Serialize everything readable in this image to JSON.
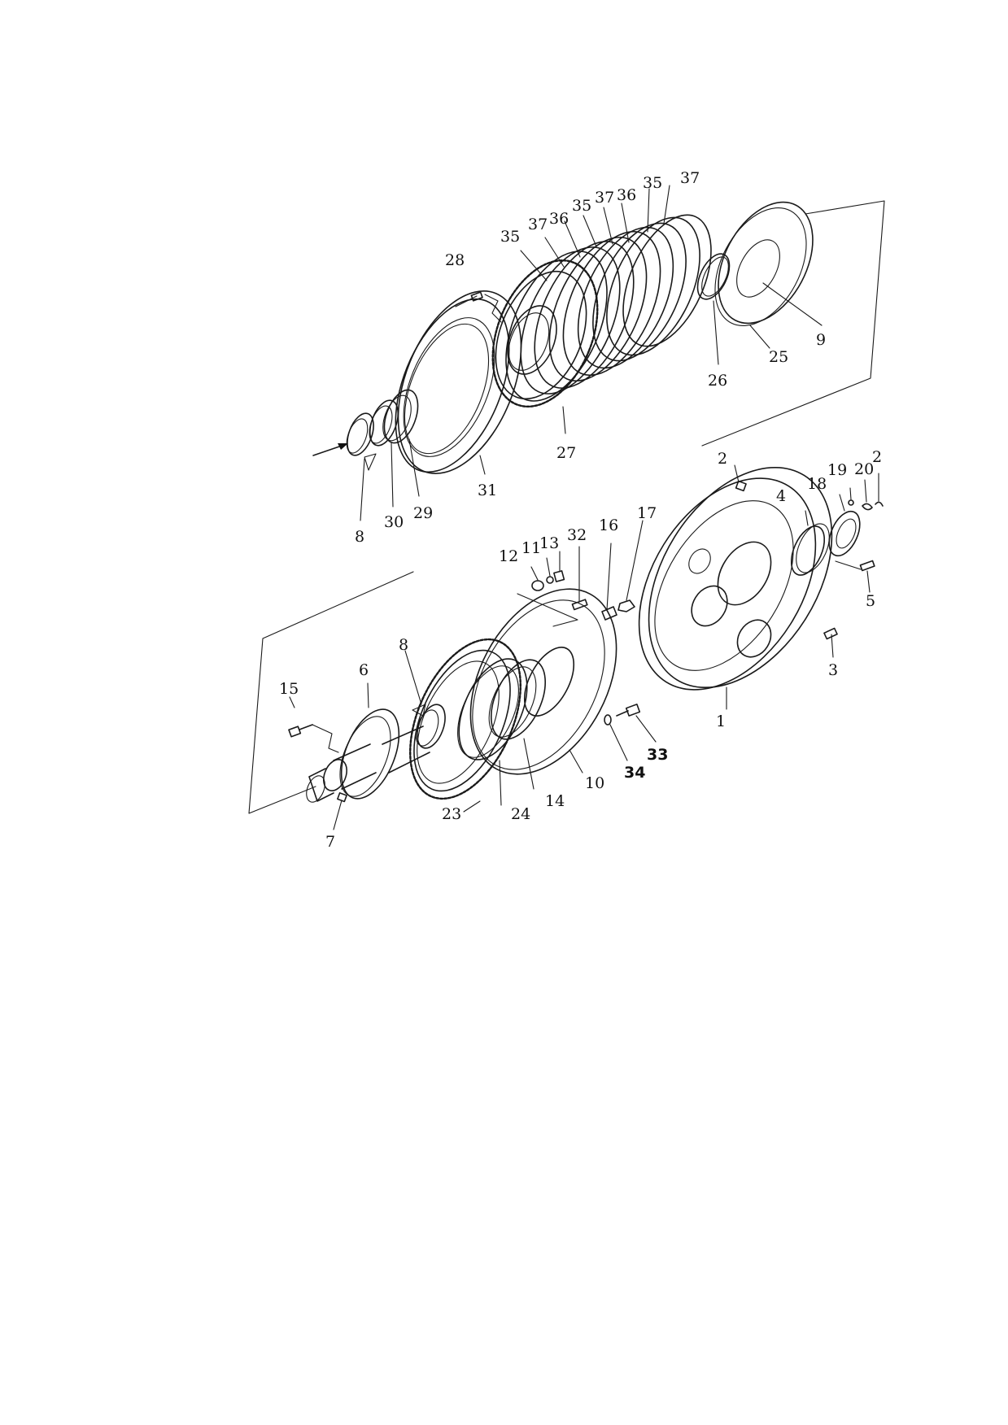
{
  "labels": {
    "p1": "1",
    "p2": "2",
    "p3": "3",
    "p4": "4",
    "p5": "5",
    "p6": "6",
    "p7": "7",
    "p8a": "8",
    "p8b": "8",
    "p9": "9",
    "p10": "10",
    "p11": "11",
    "p12": "12",
    "p13": "13",
    "p14": "14",
    "p15": "15",
    "p16": "16",
    "p17": "17",
    "p18": "18",
    "p19": "19",
    "p20": "20",
    "p21": "2",
    "p23": "23",
    "p24": "24",
    "p25": "25",
    "p26": "26",
    "p27": "27",
    "p28": "28",
    "p29": "29",
    "p30": "30",
    "p31": "31",
    "p32": "32",
    "p33": "33",
    "p34": "34",
    "p35a": "35",
    "p35b": "35",
    "p35c": "35",
    "p36a": "36",
    "p36b": "36",
    "p37a": "37",
    "p37b": "37",
    "p37c": "37"
  }
}
